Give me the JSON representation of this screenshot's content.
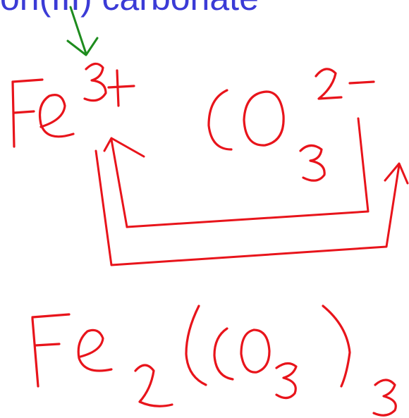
{
  "title_text": "on(III) carbonate",
  "handwritten": {
    "cation": "Fe3+",
    "anion": "CO3 2-",
    "formula": "Fe2(CO3)3"
  },
  "colors": {
    "background": "#ffffff",
    "typed_text": "#3b3bd6",
    "marker_red": "#e8141b",
    "marker_green": "#1e8c1e"
  }
}
